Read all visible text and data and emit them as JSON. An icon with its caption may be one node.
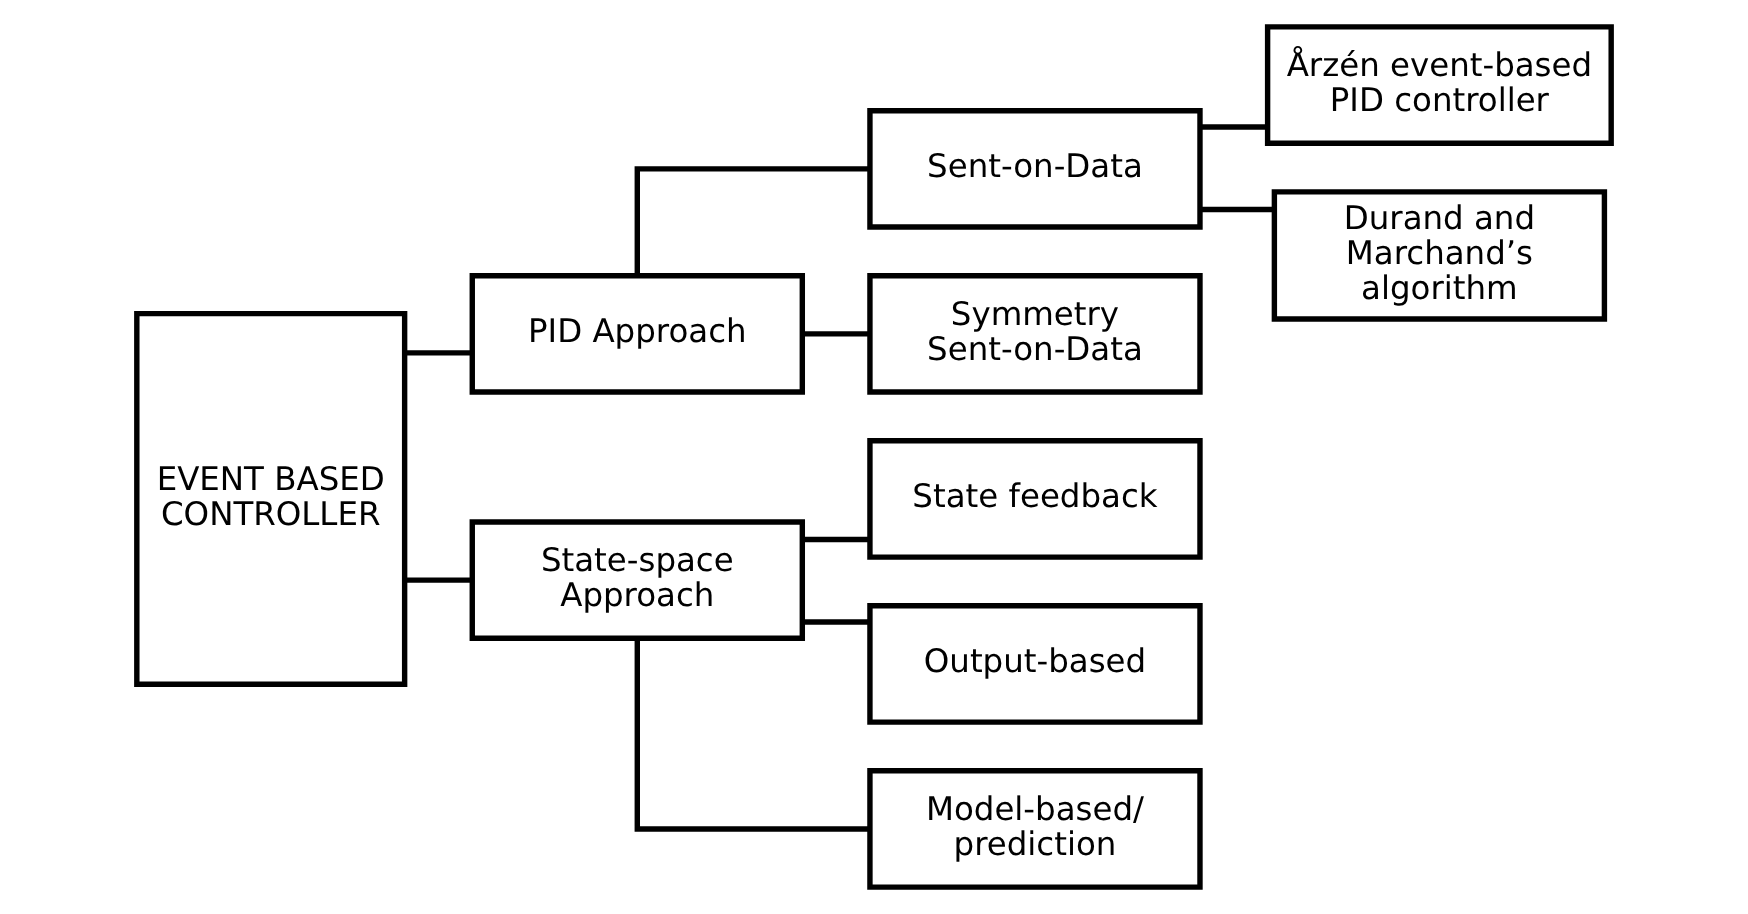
{
  "diagram": {
    "nodes": [
      {
        "text": [
          "EVENT BASED CONTROLLER"
        ]
      },
      {
        "text": [
          "PID Approach"
        ]
      },
      {
        "text": [
          "Sent-on-Data"
        ]
      },
      {
        "text": [
          "Årzén event-based PID controller"
        ]
      },
      {
        "text": [
          "Durand and Marchand’s algorithm"
        ]
      },
      {
        "text": [
          "Symmetry Sent-on-Data"
        ]
      },
      {
        "text": [
          "State-space Approach"
        ]
      },
      {
        "text": [
          "State feedback"
        ]
      },
      {
        "text": [
          "Output-based"
        ]
      },
      {
        "text": [
          "Model-based/ prediction"
        ]
      }
    ],
    "edges": [
      {
        "from": 0,
        "to": 1,
        "arrow": "none"
      },
      {
        "from": 0,
        "to": 6,
        "arrow": "none"
      },
      {
        "from": 1,
        "to": 2,
        "arrow": "none"
      },
      {
        "from": 1,
        "to": 5,
        "arrow": "none"
      },
      {
        "from": 2,
        "to": 3,
        "arrow": "none"
      },
      {
        "from": 2,
        "to": 4,
        "arrow": "none"
      },
      {
        "from": 6,
        "to": 7,
        "arrow": "none"
      },
      {
        "from": 6,
        "to": 8,
        "arrow": "none"
      },
      {
        "from": 6,
        "to": 9,
        "arrow": "none"
      }
    ]
  }
}
